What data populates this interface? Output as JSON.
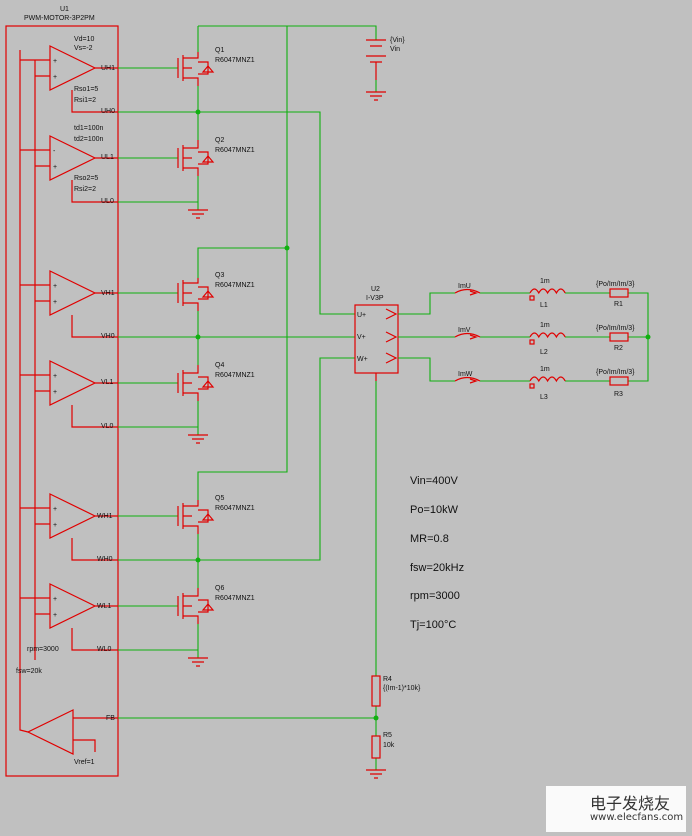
{
  "controller": {
    "ref": "U1",
    "model": "PWM-MOTOR-3P2PM",
    "params": [
      "Vd=10",
      "Vs=-2",
      "Rso1=5",
      "Rsi1=2",
      "td1=100n",
      "td2=100n",
      "Rso2=5",
      "Rsi2=2"
    ],
    "pins": [
      "UH1",
      "UH0",
      "UL1",
      "UL0",
      "VH1",
      "VH0",
      "VL1",
      "VL0",
      "WH1",
      "WH0",
      "WL1",
      "WL0",
      "FB"
    ],
    "rpm": "rpm=3000",
    "fsw": "fsw=20k",
    "vref": "Vref=1"
  },
  "mosfets": [
    {
      "ref": "Q1",
      "model": "R6047MNZ1"
    },
    {
      "ref": "Q2",
      "model": "R6047MNZ1"
    },
    {
      "ref": "Q3",
      "model": "R6047MNZ1"
    },
    {
      "ref": "Q4",
      "model": "R6047MNZ1"
    },
    {
      "ref": "Q5",
      "model": "R6047MNZ1"
    },
    {
      "ref": "Q6",
      "model": "R6047MNZ1"
    }
  ],
  "source": {
    "value": "{Vin}",
    "ref": "Vin"
  },
  "u2": {
    "ref": "U2",
    "model": "I-V3P",
    "pins": [
      "U+",
      "V+",
      "W+"
    ]
  },
  "currents": [
    "ImU",
    "ImV",
    "ImW"
  ],
  "inductors": [
    {
      "value": "1m",
      "ref": "L1"
    },
    {
      "value": "1m",
      "ref": "L2"
    },
    {
      "value": "1m",
      "ref": "L3"
    }
  ],
  "resistors_load": [
    {
      "value": "{Po/Im/Im/3}",
      "ref": "R1"
    },
    {
      "value": "{Po/Im/Im/3}",
      "ref": "R2"
    },
    {
      "value": "{Po/Im/Im/3}",
      "ref": "R3"
    }
  ],
  "divider": [
    {
      "ref": "R4",
      "value": "{(Im-1)*10k}"
    },
    {
      "ref": "R5",
      "value": "10k"
    }
  ],
  "specs": [
    "Vin=400V",
    "Po=10kW",
    "MR=0.8",
    "fsw=20kHz",
    "rpm=3000",
    "Tj=100°C"
  ],
  "watermark": {
    "text": "电子发烧友",
    "url": "www.elecfans.com"
  },
  "colors": {
    "component": "#e00000",
    "wire": "#10b010",
    "background": "#c0c0c0"
  }
}
